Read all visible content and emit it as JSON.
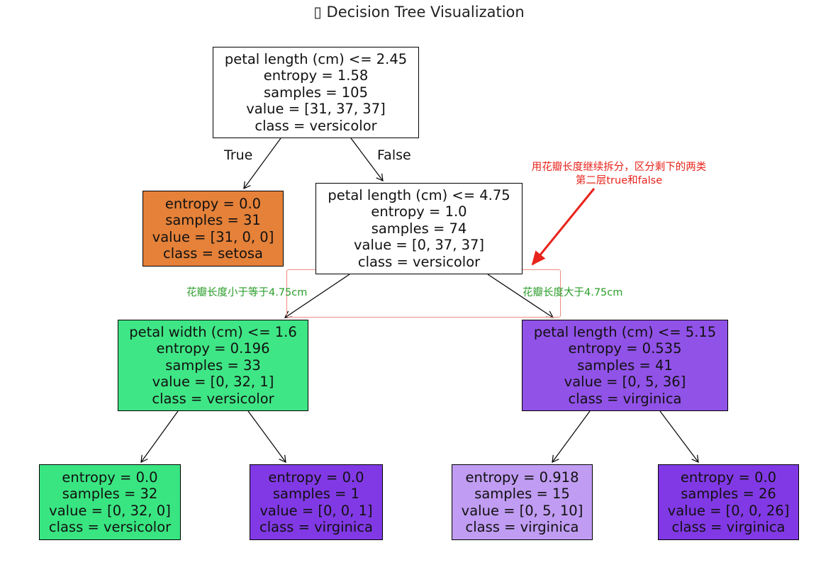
{
  "title": "▯ Decision Tree Visualization",
  "edge_labels": {
    "true": "True",
    "false": "False"
  },
  "nodes": [
    {
      "id": "n0",
      "lines": [
        "petal length (cm) <= 2.45",
        "entropy = 1.58",
        "samples = 105",
        "value = [31, 37, 37]",
        "class = versicolor"
      ],
      "fill": "#ffffff"
    },
    {
      "id": "n1",
      "lines": [
        "entropy = 0.0",
        "samples = 31",
        "value = [31, 0, 0]",
        "class = setosa"
      ],
      "fill": "#e58139"
    },
    {
      "id": "n2",
      "lines": [
        "petal length (cm) <= 4.75",
        "entropy = 1.0",
        "samples = 74",
        "value = [0, 37, 37]",
        "class = versicolor"
      ],
      "fill": "#ffffff"
    },
    {
      "id": "n3",
      "lines": [
        "petal width (cm) <= 1.6",
        "entropy = 0.196",
        "samples = 33",
        "value = [0, 32, 1]",
        "class = versicolor"
      ],
      "fill": "#3fe685"
    },
    {
      "id": "n4",
      "lines": [
        "petal length (cm) <= 5.15",
        "entropy = 0.535",
        "samples = 41",
        "value = [0, 5, 36]",
        "class = virginica"
      ],
      "fill": "#9152e8"
    },
    {
      "id": "n5",
      "lines": [
        "entropy = 0.0",
        "samples = 32",
        "value = [0, 32, 0]",
        "class = versicolor"
      ],
      "fill": "#39e581"
    },
    {
      "id": "n6",
      "lines": [
        "entropy = 0.0",
        "samples = 1",
        "value = [0, 0, 1]",
        "class = virginica"
      ],
      "fill": "#8139e5"
    },
    {
      "id": "n7",
      "lines": [
        "entropy = 0.918",
        "samples = 15",
        "value = [0, 5, 10]",
        "class = virginica"
      ],
      "fill": "#c09cf2"
    },
    {
      "id": "n8",
      "lines": [
        "entropy = 0.0",
        "samples = 26",
        "value = [0, 0, 26]",
        "class = virginica"
      ],
      "fill": "#8139e5"
    }
  ],
  "annotations": {
    "red_line1": "用花瓣长度继续拆分，区分剩下的两类",
    "red_line2": "第二层true和false",
    "green_left": "花瓣长度小于等于4.75cm",
    "green_right": "花瓣长度大于4.75cm",
    "red_color": "#e8231b",
    "green_color": "#2a9d2a"
  }
}
